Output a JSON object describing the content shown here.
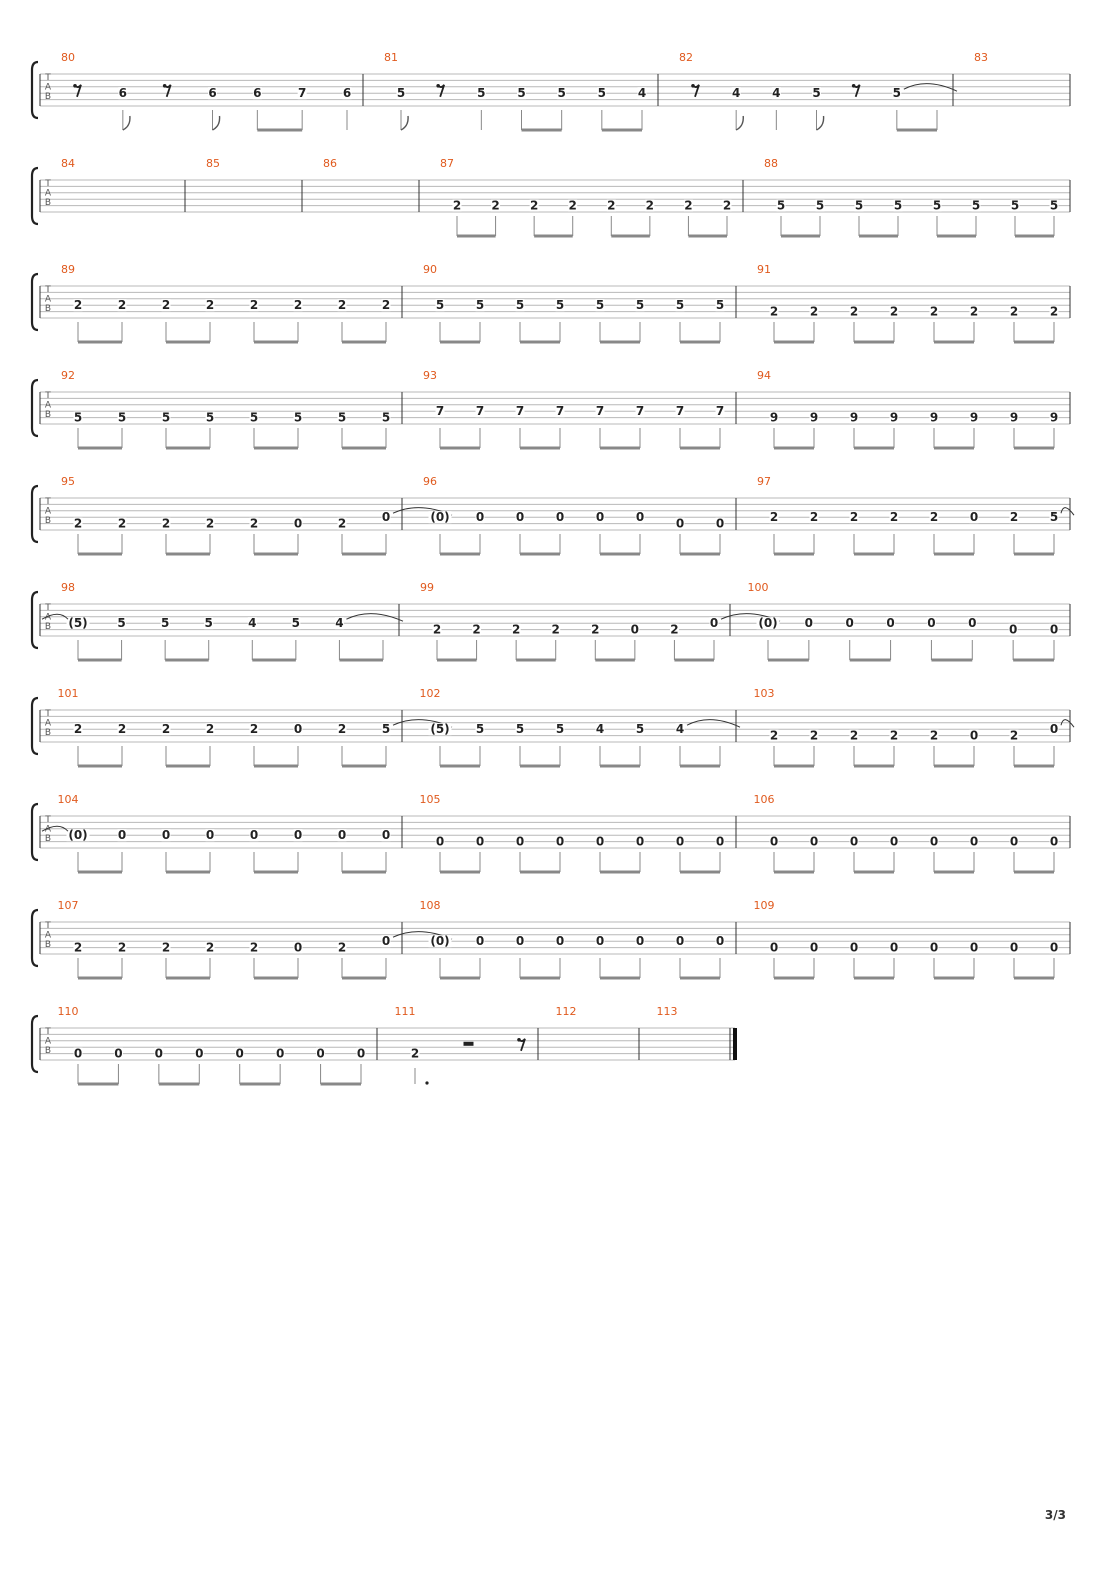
{
  "page_number": "3/3",
  "clef_label": [
    "T",
    "A",
    "B"
  ],
  "colors": {
    "measure_number": "#e05a1e",
    "ink": "#222222",
    "staff_line": "#b8b8b8",
    "beam": "#888888"
  },
  "systems": [
    {
      "measures": [
        {
          "number": "80",
          "events": [
            {
              "type": "rest",
              "label": "𝄾"
            },
            {
              "fret": "6",
              "string": 4,
              "stem": "flag"
            },
            {
              "type": "rest",
              "label": "𝄾"
            },
            {
              "fret": "6",
              "string": 4,
              "stem": "flag"
            },
            {
              "fret": "6",
              "string": 4,
              "stem": "beam",
              "group": 1
            },
            {
              "fret": "7",
              "string": 4,
              "stem": "beam",
              "group": 1
            },
            {
              "fret": "6",
              "string": 4,
              "stem": "quarter"
            }
          ]
        },
        {
          "number": "81",
          "events": [
            {
              "fret": "5",
              "string": 4,
              "stem": "flag"
            },
            {
              "type": "rest",
              "label": "𝄾"
            },
            {
              "fret": "5",
              "string": 4,
              "stem": "quarter"
            },
            {
              "fret": "5",
              "string": 4,
              "stem": "beam",
              "group": 1
            },
            {
              "fret": "5",
              "string": 4,
              "stem": "beam",
              "group": 1
            },
            {
              "fret": "5",
              "string": 4,
              "stem": "beam",
              "group": 2
            },
            {
              "fret": "4",
              "string": 4,
              "stem": "beam",
              "group": 2
            }
          ]
        },
        {
          "number": "82",
          "events": [
            {
              "type": "rest",
              "label": "𝄾"
            },
            {
              "fret": "4",
              "string": 4,
              "stem": "flag"
            },
            {
              "fret": "4",
              "string": 4,
              "stem": "quarter"
            },
            {
              "fret": "5",
              "string": 4,
              "stem": "flag"
            },
            {
              "type": "rest",
              "label": "𝄾"
            },
            {
              "fret": "5",
              "string": 4,
              "stem": "beam",
              "group": 1,
              "tie": "start"
            },
            {
              "type": "spacer",
              "stem": "beam",
              "group": 1
            }
          ]
        },
        {
          "number": "83",
          "events": []
        }
      ]
    },
    {
      "measures": [
        {
          "number": "84",
          "events": []
        },
        {
          "number": "85",
          "events": []
        },
        {
          "number": "86",
          "events": []
        },
        {
          "number": "87",
          "string": 5,
          "frets": [
            "2",
            "2",
            "2",
            "2",
            "2",
            "2",
            "2",
            "2"
          ]
        },
        {
          "number": "88",
          "string": 5,
          "frets": [
            "5",
            "5",
            "5",
            "5",
            "5",
            "5",
            "5",
            "5"
          ]
        }
      ]
    },
    {
      "measures": [
        {
          "number": "89",
          "string": 4,
          "frets": [
            "2",
            "2",
            "2",
            "2",
            "2",
            "2",
            "2",
            "2"
          ]
        },
        {
          "number": "90",
          "string": 4,
          "frets": [
            "5",
            "5",
            "5",
            "5",
            "5",
            "5",
            "5",
            "5"
          ]
        },
        {
          "number": "91",
          "string": 5,
          "frets": [
            "2",
            "2",
            "2",
            "2",
            "2",
            "2",
            "2",
            "2"
          ]
        }
      ]
    },
    {
      "measures": [
        {
          "number": "92",
          "string": 5,
          "frets": [
            "5",
            "5",
            "5",
            "5",
            "5",
            "5",
            "5",
            "5"
          ]
        },
        {
          "number": "93",
          "string": 4,
          "frets": [
            "7",
            "7",
            "7",
            "7",
            "7",
            "7",
            "7",
            "7"
          ]
        },
        {
          "number": "94",
          "string": 5,
          "frets": [
            "9",
            "9",
            "9",
            "9",
            "9",
            "9",
            "9",
            "9"
          ]
        }
      ]
    },
    {
      "measures": [
        {
          "number": "95",
          "events": [
            {
              "fret": "2",
              "string": 5
            },
            {
              "fret": "2",
              "string": 5
            },
            {
              "fret": "2",
              "string": 5
            },
            {
              "fret": "2",
              "string": 5
            },
            {
              "fret": "2",
              "string": 5
            },
            {
              "fret": "0",
              "string": 5
            },
            {
              "fret": "2",
              "string": 5
            },
            {
              "fret": "0",
              "string": 4,
              "tie": "start"
            }
          ]
        },
        {
          "number": "96",
          "events": [
            {
              "fret": "(0)",
              "string": 4
            },
            {
              "fret": "0",
              "string": 4
            },
            {
              "fret": "0",
              "string": 4
            },
            {
              "fret": "0",
              "string": 4
            },
            {
              "fret": "0",
              "string": 4
            },
            {
              "fret": "0",
              "string": 4
            },
            {
              "fret": "0",
              "string": 5
            },
            {
              "fret": "0",
              "string": 5
            }
          ]
        },
        {
          "number": "97",
          "events": [
            {
              "fret": "2",
              "string": 4
            },
            {
              "fret": "2",
              "string": 4
            },
            {
              "fret": "2",
              "string": 4
            },
            {
              "fret": "2",
              "string": 4
            },
            {
              "fret": "2",
              "string": 4
            },
            {
              "fret": "0",
              "string": 4
            },
            {
              "fret": "2",
              "string": 4
            },
            {
              "fret": "5",
              "string": 4,
              "tie": "start"
            }
          ]
        }
      ]
    },
    {
      "measures": [
        {
          "number": "98",
          "events": [
            {
              "fret": "(5)",
              "string": 4,
              "tie": "end"
            },
            {
              "fret": "5",
              "string": 4
            },
            {
              "fret": "5",
              "string": 4
            },
            {
              "fret": "5",
              "string": 4
            },
            {
              "fret": "4",
              "string": 4
            },
            {
              "fret": "5",
              "string": 4
            },
            {
              "fret": "4",
              "string": 4,
              "tie": "start"
            },
            {
              "type": "spacer"
            }
          ]
        },
        {
          "number": "99",
          "events": [
            {
              "fret": "2",
              "string": 5
            },
            {
              "fret": "2",
              "string": 5
            },
            {
              "fret": "2",
              "string": 5
            },
            {
              "fret": "2",
              "string": 5
            },
            {
              "fret": "2",
              "string": 5
            },
            {
              "fret": "0",
              "string": 5
            },
            {
              "fret": "2",
              "string": 5
            },
            {
              "fret": "0",
              "string": 4,
              "tie": "start"
            }
          ]
        },
        {
          "number": "100",
          "events": [
            {
              "fret": "(0)",
              "string": 4
            },
            {
              "fret": "0",
              "string": 4
            },
            {
              "fret": "0",
              "string": 4
            },
            {
              "fret": "0",
              "string": 4
            },
            {
              "fret": "0",
              "string": 4
            },
            {
              "fret": "0",
              "string": 4
            },
            {
              "fret": "0",
              "string": 5
            },
            {
              "fret": "0",
              "string": 5
            }
          ]
        }
      ]
    },
    {
      "measures": [
        {
          "number": "101",
          "events": [
            {
              "fret": "2",
              "string": 4
            },
            {
              "fret": "2",
              "string": 4
            },
            {
              "fret": "2",
              "string": 4
            },
            {
              "fret": "2",
              "string": 4
            },
            {
              "fret": "2",
              "string": 4
            },
            {
              "fret": "0",
              "string": 4
            },
            {
              "fret": "2",
              "string": 4
            },
            {
              "fret": "5",
              "string": 4,
              "tie": "start"
            }
          ]
        },
        {
          "number": "102",
          "events": [
            {
              "fret": "(5)",
              "string": 4
            },
            {
              "fret": "5",
              "string": 4
            },
            {
              "fret": "5",
              "string": 4
            },
            {
              "fret": "5",
              "string": 4
            },
            {
              "fret": "4",
              "string": 4
            },
            {
              "fret": "5",
              "string": 4
            },
            {
              "fret": "4",
              "string": 4,
              "tie": "start"
            },
            {
              "type": "spacer"
            }
          ]
        },
        {
          "number": "103",
          "events": [
            {
              "fret": "2",
              "string": 5
            },
            {
              "fret": "2",
              "string": 5
            },
            {
              "fret": "2",
              "string": 5
            },
            {
              "fret": "2",
              "string": 5
            },
            {
              "fret": "2",
              "string": 5
            },
            {
              "fret": "0",
              "string": 5
            },
            {
              "fret": "2",
              "string": 5
            },
            {
              "fret": "0",
              "string": 4,
              "tie": "start"
            }
          ]
        }
      ]
    },
    {
      "measures": [
        {
          "number": "104",
          "events": [
            {
              "fret": "(0)",
              "string": 4,
              "tie": "end"
            },
            {
              "fret": "0",
              "string": 4
            },
            {
              "fret": "0",
              "string": 4
            },
            {
              "fret": "0",
              "string": 4
            },
            {
              "fret": "0",
              "string": 4
            },
            {
              "fret": "0",
              "string": 4
            },
            {
              "fret": "0",
              "string": 4
            },
            {
              "fret": "0",
              "string": 4
            }
          ]
        },
        {
          "number": "105",
          "string": 5,
          "frets": [
            "0",
            "0",
            "0",
            "0",
            "0",
            "0",
            "0",
            "0"
          ]
        },
        {
          "number": "106",
          "string": 5,
          "frets": [
            "0",
            "0",
            "0",
            "0",
            "0",
            "0",
            "0",
            "0"
          ]
        }
      ]
    },
    {
      "measures": [
        {
          "number": "107",
          "events": [
            {
              "fret": "2",
              "string": 5
            },
            {
              "fret": "2",
              "string": 5
            },
            {
              "fret": "2",
              "string": 5
            },
            {
              "fret": "2",
              "string": 5
            },
            {
              "fret": "2",
              "string": 5
            },
            {
              "fret": "0",
              "string": 5
            },
            {
              "fret": "2",
              "string": 5
            },
            {
              "fret": "0",
              "string": 4,
              "tie": "start"
            }
          ]
        },
        {
          "number": "108",
          "events": [
            {
              "fret": "(0)",
              "string": 4
            },
            {
              "fret": "0",
              "string": 4
            },
            {
              "fret": "0",
              "string": 4
            },
            {
              "fret": "0",
              "string": 4
            },
            {
              "fret": "0",
              "string": 4
            },
            {
              "fret": "0",
              "string": 4
            },
            {
              "fret": "0",
              "string": 4
            },
            {
              "fret": "0",
              "string": 4
            }
          ]
        },
        {
          "number": "109",
          "string": 5,
          "frets": [
            "0",
            "0",
            "0",
            "0",
            "0",
            "0",
            "0",
            "0"
          ]
        }
      ]
    },
    {
      "measures": [
        {
          "number": "110",
          "string": 5,
          "frets": [
            "0",
            "0",
            "0",
            "0",
            "0",
            "0",
            "0",
            "0"
          ]
        },
        {
          "number": "111",
          "events": [
            {
              "fret": "2",
              "string": 5,
              "stem": "dotted-half"
            },
            {
              "type": "rest",
              "label": "half-rest"
            },
            {
              "type": "rest",
              "label": "𝄾"
            }
          ]
        },
        {
          "number": "112",
          "events": []
        },
        {
          "number": "113",
          "events": [],
          "final_barline": true
        }
      ]
    }
  ]
}
